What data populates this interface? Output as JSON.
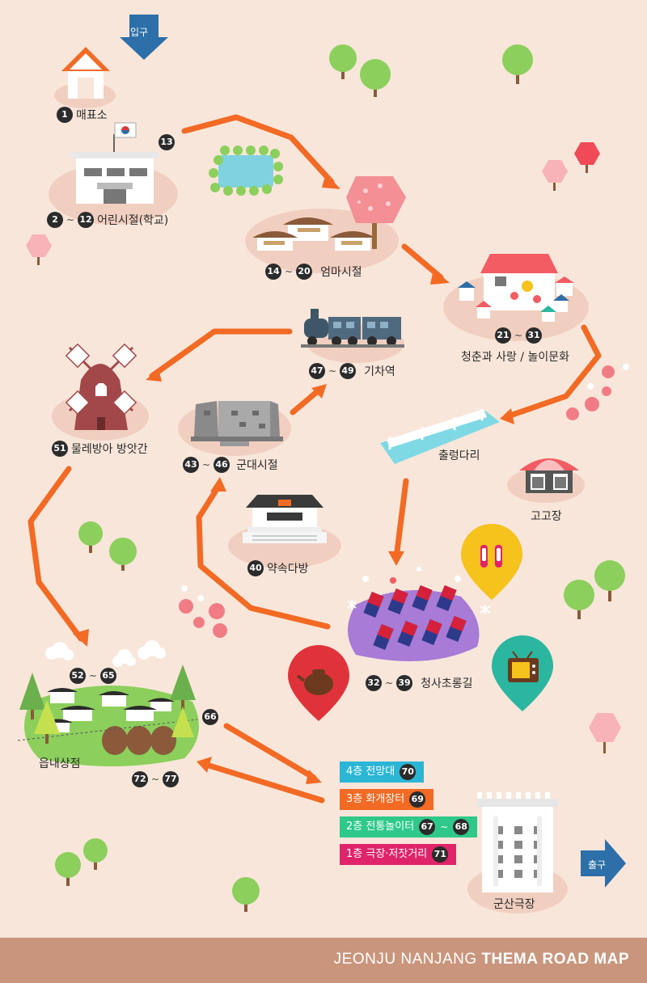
{
  "colors": {
    "background": "#f8e6da",
    "path": "#f26a24",
    "footer": "#c9957c",
    "badge": "#2b2b2b"
  },
  "entrance": {
    "label": "입구"
  },
  "exit": {
    "label": "출구"
  },
  "locations": [
    {
      "id": "ticket",
      "name": "매표소",
      "start": "1",
      "end": ""
    },
    {
      "id": "school",
      "name": "어린시절(학교)",
      "start": "2",
      "end": "12"
    },
    {
      "id": "school-extra",
      "name": "",
      "start": "13",
      "end": ""
    },
    {
      "id": "mother",
      "name": "엄마시절",
      "start": "14",
      "end": "20"
    },
    {
      "id": "youth",
      "name": "청춘과 사랑 / 놀이문화",
      "start": "21",
      "end": "31"
    },
    {
      "id": "train",
      "name": "기차역",
      "start": "47",
      "end": "49"
    },
    {
      "id": "windmill",
      "name": "물레방아 방앗간",
      "start": "51",
      "end": ""
    },
    {
      "id": "military",
      "name": "군대시절",
      "start": "43",
      "end": "46"
    },
    {
      "id": "bridge",
      "name": "출렁다리",
      "start": "",
      "end": ""
    },
    {
      "id": "gogojang",
      "name": "고고장",
      "start": "",
      "end": ""
    },
    {
      "id": "yaksok",
      "name": "약속다방",
      "start": "40",
      "end": ""
    },
    {
      "id": "cheongsa",
      "name": "청사초롱길",
      "start": "32",
      "end": "39"
    },
    {
      "id": "village",
      "name": "",
      "start": "52",
      "end": "65"
    },
    {
      "id": "village-66",
      "name": "",
      "start": "66",
      "end": ""
    },
    {
      "id": "eupnae",
      "name": "읍내상점",
      "start": "",
      "end": ""
    },
    {
      "id": "eupnae-range",
      "name": "",
      "start": "72",
      "end": "77"
    },
    {
      "id": "gunsan",
      "name": "군산극장",
      "start": "",
      "end": ""
    }
  ],
  "floors": [
    {
      "label": "4층 전망대",
      "start": "70",
      "end": "",
      "color": "#2bb6d6"
    },
    {
      "label": "3층 화개장터",
      "start": "69",
      "end": "",
      "color": "#f26a24"
    },
    {
      "label": "2층 전통놀이터",
      "start": "67",
      "end": "68",
      "color": "#2ec98a"
    },
    {
      "label": "1층 극장·저잣거리",
      "start": "71",
      "end": "",
      "color": "#e0246a"
    }
  ],
  "footer": {
    "light": "JEONJU NANJANG ",
    "bold": "THEMA ROAD MAP"
  }
}
